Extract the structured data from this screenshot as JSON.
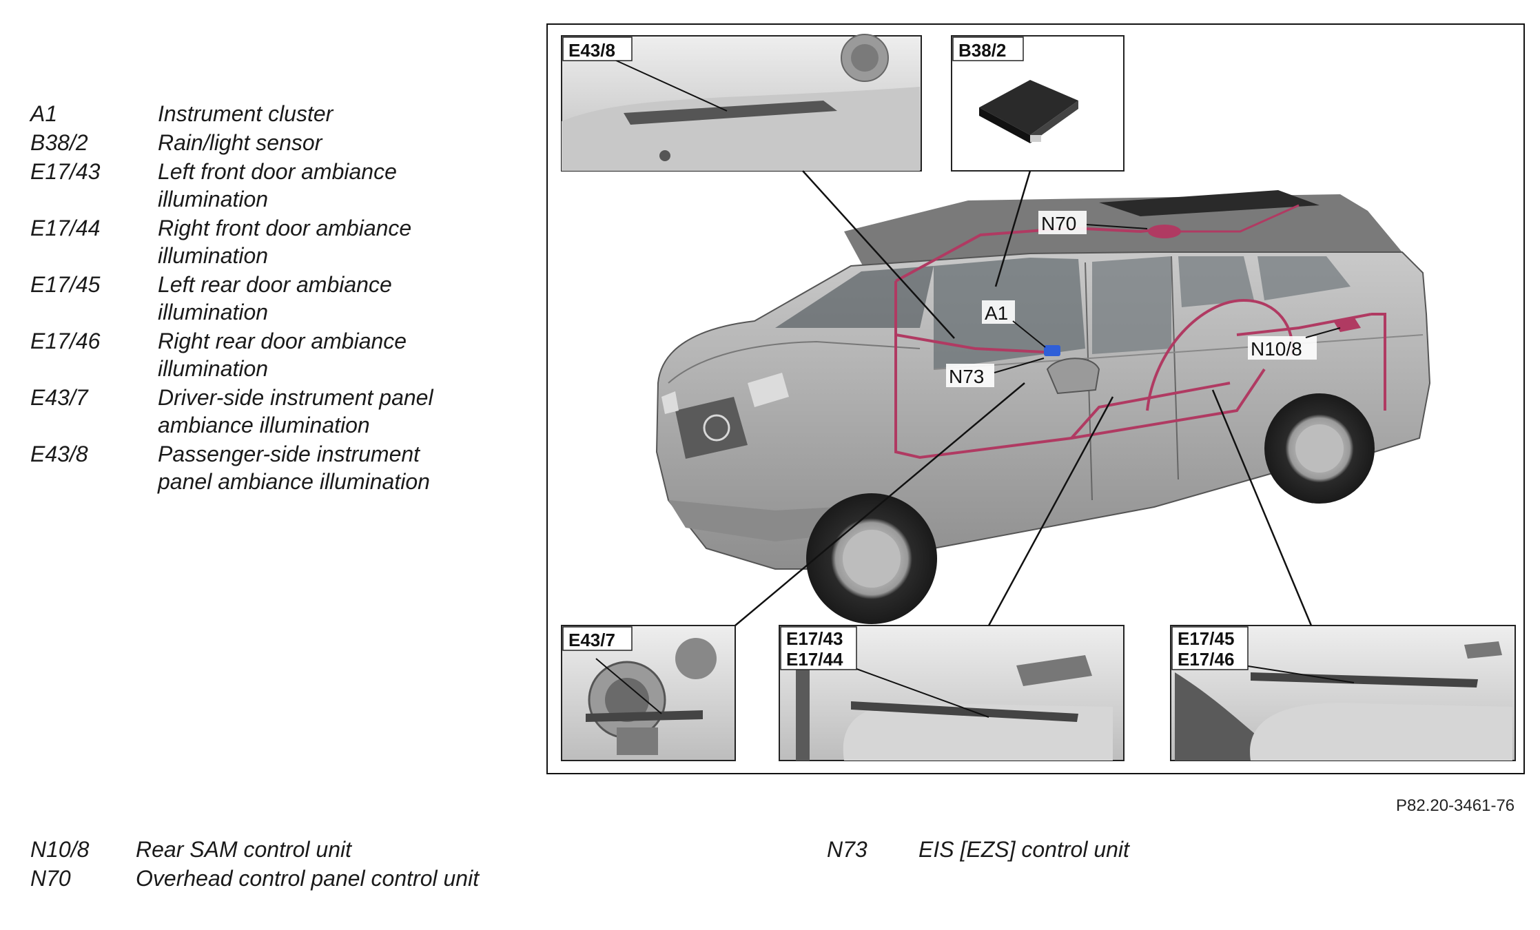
{
  "legend_top": [
    {
      "code": "A1",
      "desc": "Instrument cluster"
    },
    {
      "code": "B38/2",
      "desc": "Rain/light sensor"
    },
    {
      "code": "E17/43",
      "desc": "Left front door ambiance illumination"
    },
    {
      "code": "E17/44",
      "desc": "Right front door ambiance illumination"
    },
    {
      "code": "E17/45",
      "desc": "Left rear door ambiance illumination"
    },
    {
      "code": "E17/46",
      "desc": "Right rear door ambiance illumination"
    },
    {
      "code": "E43/7",
      "desc": "Driver-side instrument panel ambiance illumination"
    },
    {
      "code": "E43/8",
      "desc": "Passenger-side instrument panel ambiance illumination"
    }
  ],
  "legend_bottom": [
    {
      "code": "N10/8",
      "desc": "Rear SAM control unit"
    },
    {
      "code": "N70",
      "desc": "Overhead control panel control unit"
    },
    {
      "code": "N73",
      "desc": "EIS [EZS] control unit"
    }
  ],
  "figure": {
    "inset_labels": {
      "e43_8": "E43/8",
      "b38_2": "B38/2",
      "e43_7": "E43/7",
      "e17_43": "E17/43",
      "e17_44": "E17/44",
      "e17_45": "E17/45",
      "e17_46": "E17/46"
    },
    "callouts": {
      "n70": "N70",
      "a1": "A1",
      "n73": "N73",
      "n10_8": "N10/8"
    },
    "reference": "P82.20-3461-76"
  },
  "colors": {
    "wiring": "#b03a62",
    "body": "#a9a9a9",
    "accent_blue": "#2f5fd8"
  }
}
